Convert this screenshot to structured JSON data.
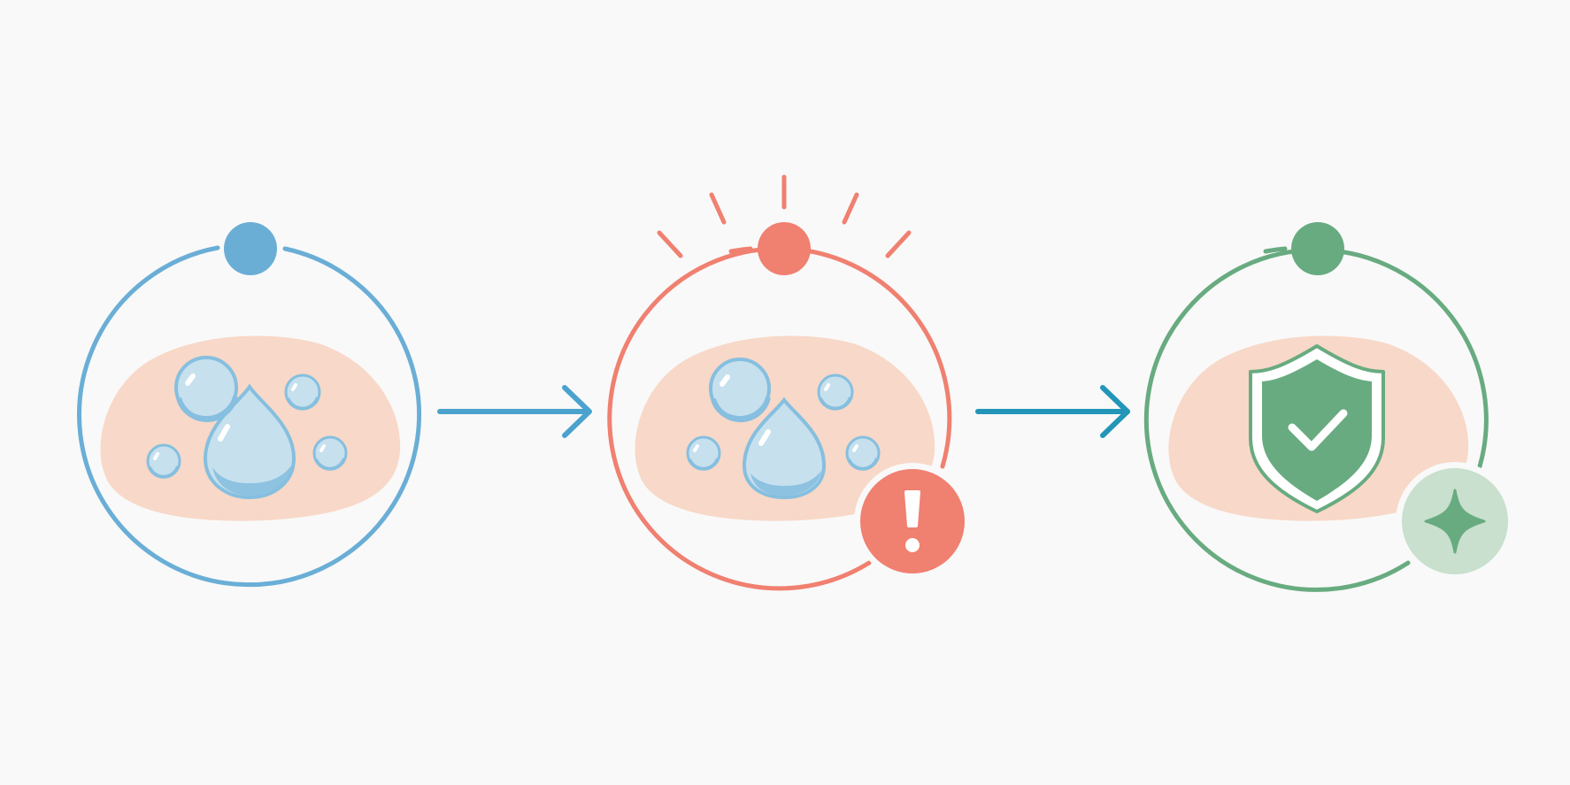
{
  "colors": {
    "background": "#f9f9f9",
    "skin": "#f8d8c8",
    "droplet_fill": "#c6e0ee",
    "droplet_edge": "#86bfdf",
    "step_hydration": "#6aaed6",
    "step_irritation": "#f08070",
    "step_protection": "#68ab80",
    "arrow_primary": "#4aa2cd",
    "arrow_secondary": "#2295b8",
    "badge_protection_fill": "#c8e0cd"
  },
  "steps": [
    {
      "id": "hydration",
      "icons": [
        "water-droplet-icon"
      ],
      "color_key": "step_hydration"
    },
    {
      "id": "irritation",
      "icons": [
        "water-droplet-icon",
        "alert-burst-icon",
        "exclamation-icon"
      ],
      "color_key": "step_irritation"
    },
    {
      "id": "protection",
      "icons": [
        "shield-check-icon",
        "sparkle-icon"
      ],
      "color_key": "step_protection"
    }
  ],
  "arrows": [
    {
      "from": "hydration",
      "to": "irritation",
      "icon": "arrow-right-icon"
    },
    {
      "from": "irritation",
      "to": "protection",
      "icon": "arrow-right-icon"
    }
  ]
}
